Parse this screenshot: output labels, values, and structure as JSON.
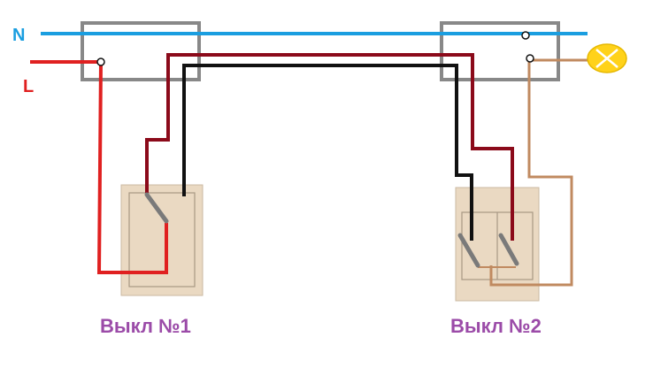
{
  "labels": {
    "neutral": "N",
    "line": "L",
    "switch1": "Выкл №1",
    "switch2": "Выкл №2"
  },
  "colors": {
    "neutral_wire": "#1a9ee0",
    "line_wire": "#e02020",
    "traveler_a": "#8b0a1a",
    "traveler_b": "#111111",
    "lamp_wire": "#c08a60",
    "lamp_fill": "#ffd21a",
    "box_outline": "#888888",
    "switch_plate": "#ead9c2",
    "switch_outline": "#a89884",
    "switch_lever": "#7a7a7a",
    "label_purple": "#9b4ba8",
    "n_label": "#1a9ee0",
    "l_label": "#e02020"
  },
  "icons": {
    "lamp": "lamp-icon"
  }
}
